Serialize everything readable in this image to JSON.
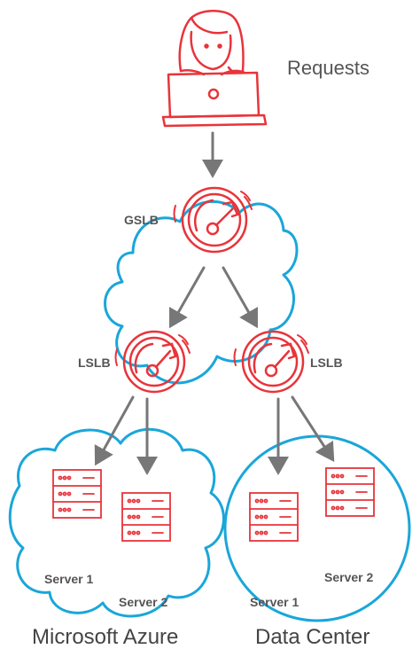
{
  "labels": {
    "requests": "Requests",
    "gslb": "GSLB",
    "lslb_left": "LSLB",
    "lslb_right": "LSLB",
    "azure_server_1": "Server 1",
    "azure_server_2": "Server 2",
    "dc_server_1": "Server 1",
    "dc_server_2": "Server 2",
    "microsoft_azure": "Microsoft Azure",
    "data_center": "Data Center"
  },
  "colors": {
    "red": "#e8343a",
    "blue": "#1aa6d9",
    "gray": "#777777",
    "text": "#555555"
  },
  "icons": {
    "user": "person-with-laptop-icon",
    "gslb": "gauge-icon",
    "lslb": "gauge-icon",
    "server": "server-rack-icon"
  }
}
